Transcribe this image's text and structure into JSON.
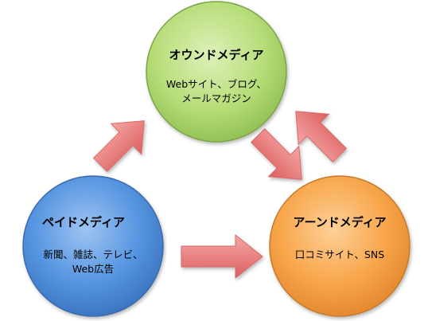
{
  "nodes": {
    "owned": {
      "title": "オウンドメディア",
      "lines": [
        "Webサイト、ブログ、",
        "メールマガジン"
      ],
      "color": "#b7dd79"
    },
    "paid": {
      "title": "ペイドメディア",
      "lines": [
        "新聞、雑誌、テレビ、",
        "Web広告"
      ],
      "color": "#4f8fdc"
    },
    "earned": {
      "title": "アーンドメディア",
      "lines": [
        "口コミサイト、SNS"
      ],
      "color": "#f8a54a"
    }
  },
  "arrow_color": "#e36b6b"
}
